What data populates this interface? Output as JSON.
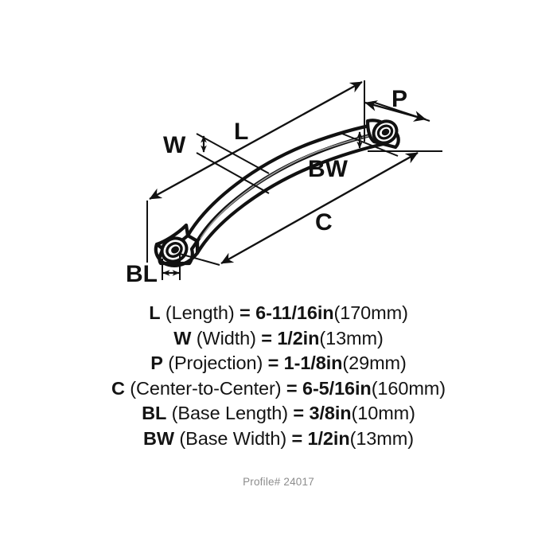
{
  "diagram": {
    "title": "Arched cabinet pull handle isometric dimension drawing",
    "callouts": [
      {
        "key": "L",
        "label": "L"
      },
      {
        "key": "W",
        "label": "W"
      },
      {
        "key": "P",
        "label": "P"
      },
      {
        "key": "C",
        "label": "C"
      },
      {
        "key": "BL",
        "label": "BL"
      },
      {
        "key": "BW",
        "label": "BW"
      }
    ],
    "line_color": "#111111",
    "background_color": "#ffffff"
  },
  "specs": [
    {
      "symbol": "L",
      "name": " (Length)",
      "equals": " = ",
      "imperial": "6-11/16in",
      "metric": "(170mm)"
    },
    {
      "symbol": "W",
      "name": " (Width)",
      "equals": " = ",
      "imperial": "1/2in",
      "metric": "(13mm)"
    },
    {
      "symbol": "P",
      "name": " (Projection)",
      "equals": " = ",
      "imperial": "1-1/8in",
      "metric": "(29mm)"
    },
    {
      "symbol": "C",
      "name": " (Center-to-Center)",
      "equals": " = ",
      "imperial": "6-5/16in",
      "metric": "(160mm)"
    },
    {
      "symbol": "BL",
      "name": " (Base Length)",
      "equals": " = ",
      "imperial": "3/8in",
      "metric": "(10mm)"
    },
    {
      "symbol": "BW",
      "name": " (Base Width)",
      "equals": " = ",
      "imperial": "1/2in",
      "metric": "(13mm)"
    }
  ],
  "footer": {
    "profile": "Profile# 24017"
  }
}
